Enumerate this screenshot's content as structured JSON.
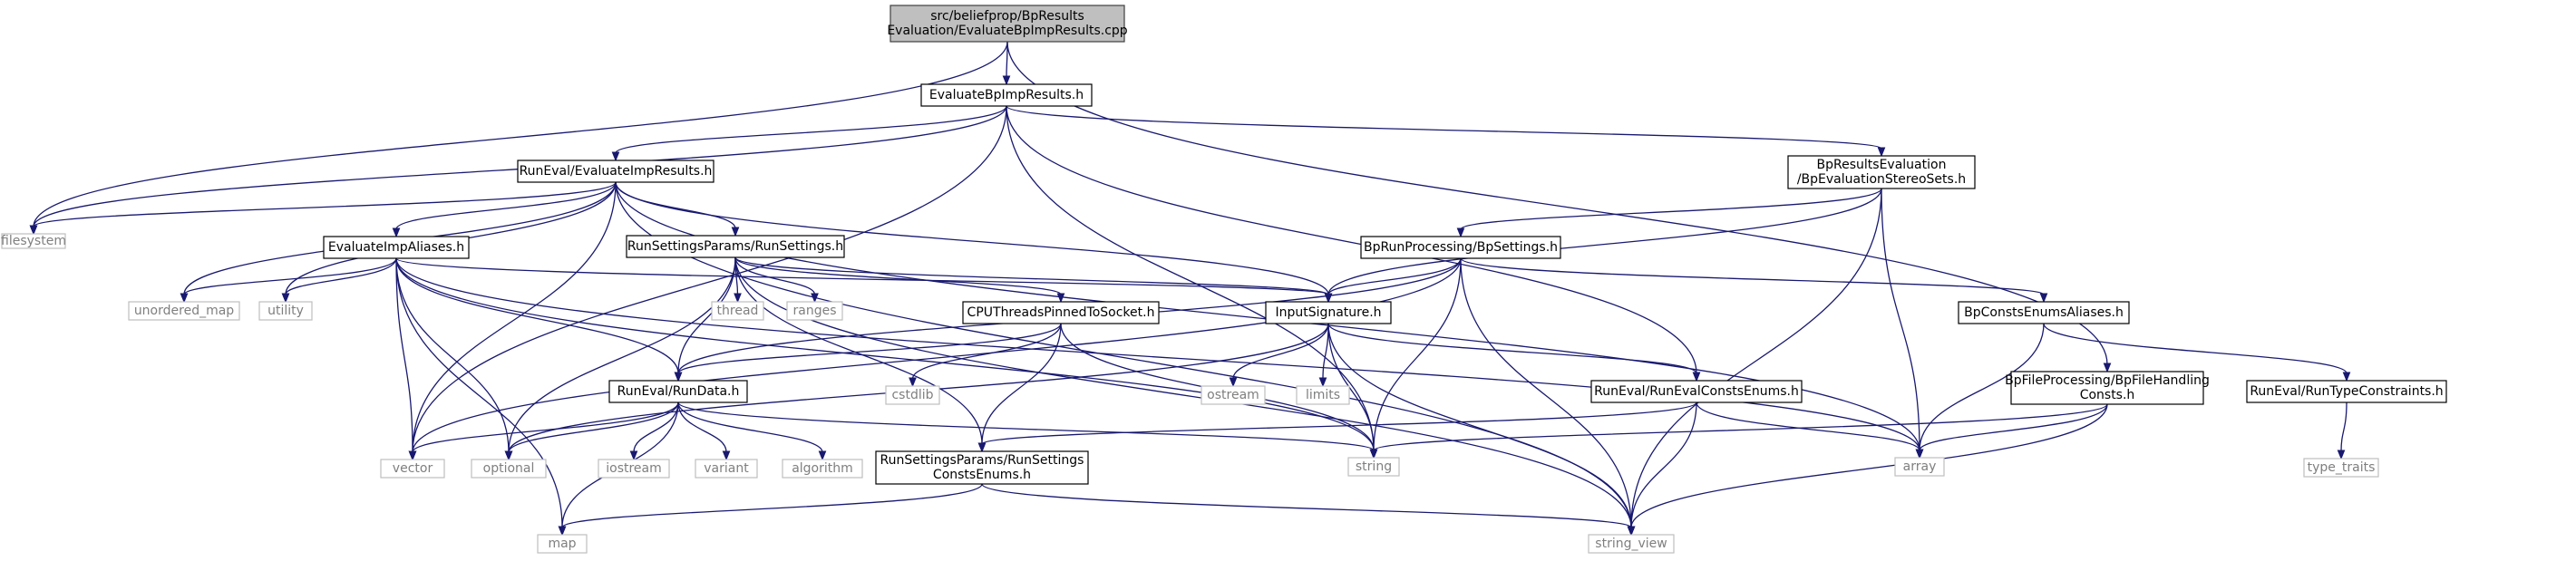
{
  "diagram": {
    "title": "",
    "nodes": [
      {
        "id": "root",
        "lines": [
          "src/beliefprop/BpResults",
          "Evaluation/EvaluateBpImpResults.cpp"
        ],
        "kind": "root"
      },
      {
        "id": "ebpir",
        "lines": [
          "EvaluateBpImpResults.h"
        ],
        "kind": "project"
      },
      {
        "id": "filesystem",
        "lines": [
          "filesystem"
        ],
        "kind": "system"
      },
      {
        "id": "reeir",
        "lines": [
          "RunEval/EvaluateImpResults.h"
        ],
        "kind": "project"
      },
      {
        "id": "bpress",
        "lines": [
          "BpResultsEvaluation",
          "/BpEvaluationStereoSets.h"
        ],
        "kind": "project"
      },
      {
        "id": "eia",
        "lines": [
          "EvaluateImpAliases.h"
        ],
        "kind": "project"
      },
      {
        "id": "rsprs",
        "lines": [
          "RunSettingsParams/RunSettings.h"
        ],
        "kind": "project"
      },
      {
        "id": "bprps",
        "lines": [
          "BpRunProcessing/BpSettings.h"
        ],
        "kind": "project"
      },
      {
        "id": "unordered_map",
        "lines": [
          "unordered_map"
        ],
        "kind": "system"
      },
      {
        "id": "utility",
        "lines": [
          "utility"
        ],
        "kind": "system"
      },
      {
        "id": "thread",
        "lines": [
          "thread"
        ],
        "kind": "system"
      },
      {
        "id": "ranges",
        "lines": [
          "ranges"
        ],
        "kind": "system"
      },
      {
        "id": "cputhreads",
        "lines": [
          "CPUThreadsPinnedToSocket.h"
        ],
        "kind": "project"
      },
      {
        "id": "inputsig",
        "lines": [
          "InputSignature.h"
        ],
        "kind": "project"
      },
      {
        "id": "bpcea",
        "lines": [
          "BpConstsEnumsAliases.h"
        ],
        "kind": "project"
      },
      {
        "id": "rerd",
        "lines": [
          "RunEval/RunData.h"
        ],
        "kind": "project"
      },
      {
        "id": "cstdlib",
        "lines": [
          "cstdlib"
        ],
        "kind": "system"
      },
      {
        "id": "ostream",
        "lines": [
          "ostream"
        ],
        "kind": "system"
      },
      {
        "id": "limits",
        "lines": [
          "limits"
        ],
        "kind": "system"
      },
      {
        "id": "rerece",
        "lines": [
          "RunEval/RunEvalConstsEnums.h"
        ],
        "kind": "project"
      },
      {
        "id": "bpfph",
        "lines": [
          "BpFileProcessing/BpFileHandling",
          "Consts.h"
        ],
        "kind": "project"
      },
      {
        "id": "rertc",
        "lines": [
          "RunEval/RunTypeConstraints.h"
        ],
        "kind": "project"
      },
      {
        "id": "vector",
        "lines": [
          "vector"
        ],
        "kind": "system"
      },
      {
        "id": "optional",
        "lines": [
          "optional"
        ],
        "kind": "system"
      },
      {
        "id": "iostream",
        "lines": [
          "iostream"
        ],
        "kind": "system"
      },
      {
        "id": "variant",
        "lines": [
          "variant"
        ],
        "kind": "system"
      },
      {
        "id": "algorithm",
        "lines": [
          "algorithm"
        ],
        "kind": "system"
      },
      {
        "id": "string",
        "lines": [
          "string"
        ],
        "kind": "system"
      },
      {
        "id": "array",
        "lines": [
          "array"
        ],
        "kind": "system"
      },
      {
        "id": "type_traits",
        "lines": [
          "type_traits"
        ],
        "kind": "system"
      },
      {
        "id": "rsprsce",
        "lines": [
          "RunSettingsParams/RunSettings",
          "ConstsEnums.h"
        ],
        "kind": "project"
      },
      {
        "id": "map",
        "lines": [
          "map"
        ],
        "kind": "system"
      },
      {
        "id": "string_view",
        "lines": [
          "string_view"
        ],
        "kind": "system"
      }
    ],
    "edges": [
      [
        "root",
        "ebpir"
      ],
      [
        "root",
        "filesystem"
      ],
      [
        "root",
        "bpfph"
      ],
      [
        "ebpir",
        "filesystem"
      ],
      [
        "ebpir",
        "reeir"
      ],
      [
        "ebpir",
        "bpress"
      ],
      [
        "ebpir",
        "vector"
      ],
      [
        "ebpir",
        "string"
      ],
      [
        "ebpir",
        "rerece"
      ],
      [
        "reeir",
        "filesystem"
      ],
      [
        "reeir",
        "eia"
      ],
      [
        "reeir",
        "rsprs"
      ],
      [
        "reeir",
        "unordered_map"
      ],
      [
        "reeir",
        "utility"
      ],
      [
        "reeir",
        "vector"
      ],
      [
        "reeir",
        "inputsig"
      ],
      [
        "reeir",
        "array"
      ],
      [
        "reeir",
        "string_view"
      ],
      [
        "bpress",
        "bprps"
      ],
      [
        "bpress",
        "inputsig"
      ],
      [
        "bpress",
        "array"
      ],
      [
        "bpress",
        "string_view"
      ],
      [
        "eia",
        "unordered_map"
      ],
      [
        "eia",
        "utility"
      ],
      [
        "eia",
        "rerd"
      ],
      [
        "eia",
        "vector"
      ],
      [
        "eia",
        "optional"
      ],
      [
        "eia",
        "map"
      ],
      [
        "eia",
        "inputsig"
      ],
      [
        "eia",
        "array"
      ],
      [
        "eia",
        "string"
      ],
      [
        "rsprs",
        "thread"
      ],
      [
        "rsprs",
        "ranges"
      ],
      [
        "rsprs",
        "cputhreads"
      ],
      [
        "rsprs",
        "rerd"
      ],
      [
        "rsprs",
        "optional"
      ],
      [
        "rsprs",
        "rsprsce"
      ],
      [
        "rsprs",
        "inputsig"
      ],
      [
        "rsprs",
        "string_view"
      ],
      [
        "bprps",
        "rerd"
      ],
      [
        "bprps",
        "vector"
      ],
      [
        "bprps",
        "inputsig"
      ],
      [
        "bprps",
        "string"
      ],
      [
        "bprps",
        "bpcea"
      ],
      [
        "bprps",
        "string_view"
      ],
      [
        "cputhreads",
        "cstdlib"
      ],
      [
        "cputhreads",
        "rerd"
      ],
      [
        "cputhreads",
        "rsprsce"
      ],
      [
        "cputhreads",
        "string"
      ],
      [
        "inputsig",
        "ostream"
      ],
      [
        "inputsig",
        "limits"
      ],
      [
        "inputsig",
        "string"
      ],
      [
        "inputsig",
        "optional"
      ],
      [
        "inputsig",
        "rerece"
      ],
      [
        "inputsig",
        "string_view"
      ],
      [
        "bpcea",
        "array"
      ],
      [
        "bpcea",
        "rertc"
      ],
      [
        "rerd",
        "vector"
      ],
      [
        "rerd",
        "optional"
      ],
      [
        "rerd",
        "iostream"
      ],
      [
        "rerd",
        "variant"
      ],
      [
        "rerd",
        "algorithm"
      ],
      [
        "rerd",
        "map"
      ],
      [
        "rerd",
        "string"
      ],
      [
        "rerece",
        "rsprsce"
      ],
      [
        "rerece",
        "array"
      ],
      [
        "rerece",
        "string_view"
      ],
      [
        "bpfph",
        "string"
      ],
      [
        "bpfph",
        "array"
      ],
      [
        "bpfph",
        "string_view"
      ],
      [
        "rertc",
        "type_traits"
      ],
      [
        "rsprsce",
        "map"
      ],
      [
        "rsprsce",
        "string_view"
      ]
    ]
  }
}
